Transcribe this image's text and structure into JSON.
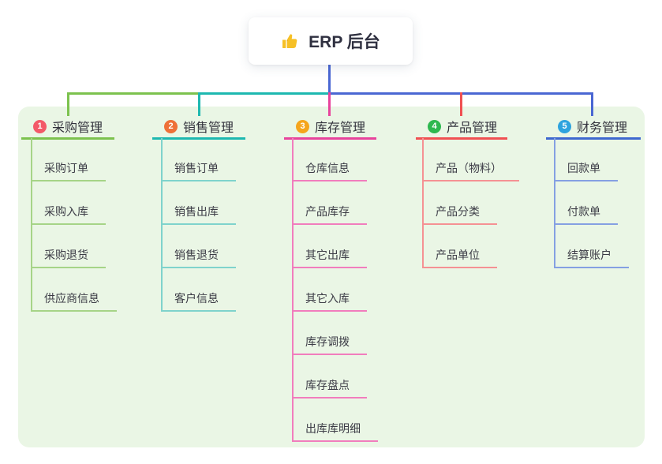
{
  "root": {
    "title": "ERP 后台",
    "icon": "thumbs-up-icon"
  },
  "colors": {
    "panel_bg": "#eaf6e5",
    "root_connector": "#4a67d3"
  },
  "branches": [
    {
      "number": "1",
      "label": "采购管理",
      "badge_color": "#f35968",
      "line_color": "#7cc24e",
      "child_line_color": "#a6d487",
      "children": [
        "采购订单",
        "采购入库",
        "采购退货",
        "供应商信息"
      ]
    },
    {
      "number": "2",
      "label": "销售管理",
      "badge_color": "#ee7038",
      "line_color": "#1db8b0",
      "child_line_color": "#7fd3cc",
      "children": [
        "销售订单",
        "销售出库",
        "销售退货",
        "客户信息"
      ]
    },
    {
      "number": "3",
      "label": "库存管理",
      "badge_color": "#f5a51d",
      "line_color": "#e8439c",
      "child_line_color": "#f17dbd",
      "children": [
        "仓库信息",
        "产品库存",
        "其它出库",
        "其它入库",
        "库存调拨",
        "库存盘点",
        "出库库明细"
      ]
    },
    {
      "number": "4",
      "label": "产品管理",
      "badge_color": "#2eb84f",
      "line_color": "#f05052",
      "child_line_color": "#f59193",
      "children": [
        "产品（物料）",
        "产品分类",
        "产品单位"
      ]
    },
    {
      "number": "5",
      "label": "财务管理",
      "badge_color": "#2ea3de",
      "line_color": "#3e68cf",
      "child_line_color": "#85a0e2",
      "children": [
        "回款单",
        "付款单",
        "结算账户"
      ]
    }
  ]
}
